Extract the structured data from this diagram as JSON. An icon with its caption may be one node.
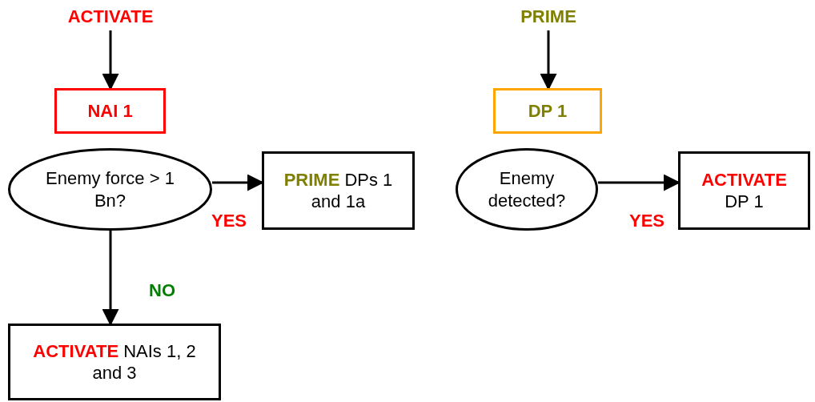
{
  "diagram": {
    "nodes": [
      {
        "text": [
          "ACTIVATE"
        ]
      },
      {
        "text": [
          "NAI 1"
        ]
      },
      {
        "text": [
          "Enemy force > 1 Bn?"
        ]
      },
      {
        "text": [
          "**PRIME** DPs 1 and 1a"
        ]
      },
      {
        "text": [
          "**ACTIVATE** NAIs 1, 2 and 3"
        ]
      },
      {
        "text": [
          "PRIME"
        ]
      },
      {
        "text": [
          "DP 1"
        ]
      },
      {
        "text": [
          "Enemy detected?"
        ]
      },
      {
        "text": [
          "**ACTIVATE** DP 1"
        ]
      }
    ],
    "edges": [
      {
        "from": 0,
        "to": 1,
        "arrow": "to"
      },
      {
        "from": 2,
        "to": 3,
        "arrow": "to",
        "label": "YES"
      },
      {
        "from": 2,
        "to": 4,
        "arrow": "to",
        "label": "NO"
      },
      {
        "from": 5,
        "to": 6,
        "arrow": "to"
      },
      {
        "from": 7,
        "to": 8,
        "arrow": "to",
        "label": "YES"
      }
    ]
  }
}
